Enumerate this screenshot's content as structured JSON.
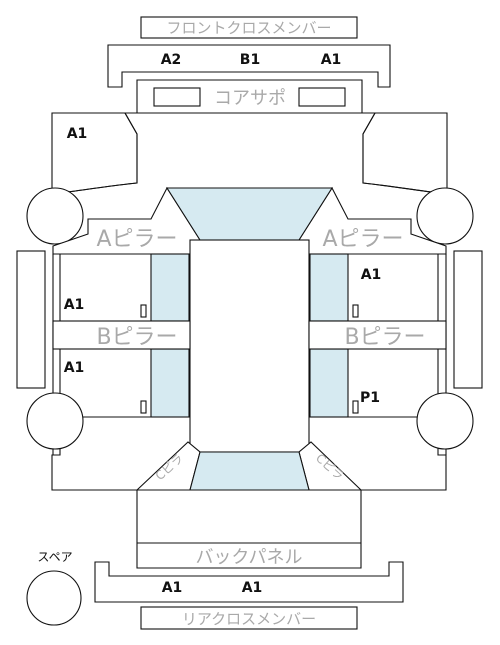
{
  "labels": {
    "front_cross_member": "フロントクロスメンバー",
    "core_support": "コアサポ",
    "a_pillar": "Aピラー",
    "b_pillar": "Bピラー",
    "back_panel": "バックパネル",
    "rear_cross_member": "リアクロスメンバー",
    "spare": "スペア",
    "pillar_c": "Cピラ"
  },
  "grades": {
    "front_cross_member_left": "A2",
    "front_cross_member_center": "B1",
    "front_cross_member_right": "A1",
    "front_left_fender": "A1",
    "front_left_door": "A1",
    "rear_left_door": "A1",
    "front_right_door": "A1",
    "rear_right_door": "P1",
    "rear_cross_member_left": "A1",
    "rear_cross_member_right": "A1"
  },
  "colors": {
    "glass": "#d6eaf1",
    "outline": "#111111",
    "label_grey": "#a9a9a9"
  }
}
